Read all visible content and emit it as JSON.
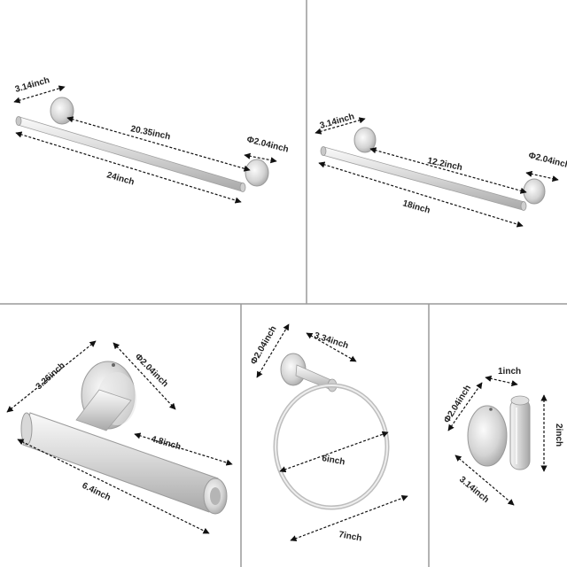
{
  "panels": {
    "towel_bar_24": {
      "mount_width": "3.14inch",
      "inner_length": "20.35inch",
      "mount_diameter": "Φ2.04inch",
      "total_length": "24inch"
    },
    "towel_bar_18": {
      "mount_width": "3.14inch",
      "inner_length": "12.2inch",
      "mount_diameter": "Φ2.04inch",
      "total_length": "18inch"
    },
    "paper_holder": {
      "mount_width": "3.26inch",
      "mount_diameter": "Φ2.04inch",
      "arm_length": "4.8inch",
      "total_length": "6.4inch"
    },
    "towel_ring": {
      "mount_diameter": "Φ2.04inch",
      "arm_length": "3.34inch",
      "inner_diameter": "6inch",
      "total_width": "7inch"
    },
    "robe_hook": {
      "mount_diameter": "Φ2.04inch",
      "hook_width": "1inch",
      "hook_height": "2inch",
      "mount_width": "3.14inch"
    }
  },
  "colors": {
    "divider": "#9a9a9a",
    "metal_light": "#f2f2f2",
    "metal_mid": "#cfcfcf",
    "metal_dark": "#9c9c9c",
    "dimension_line": "#111111"
  }
}
